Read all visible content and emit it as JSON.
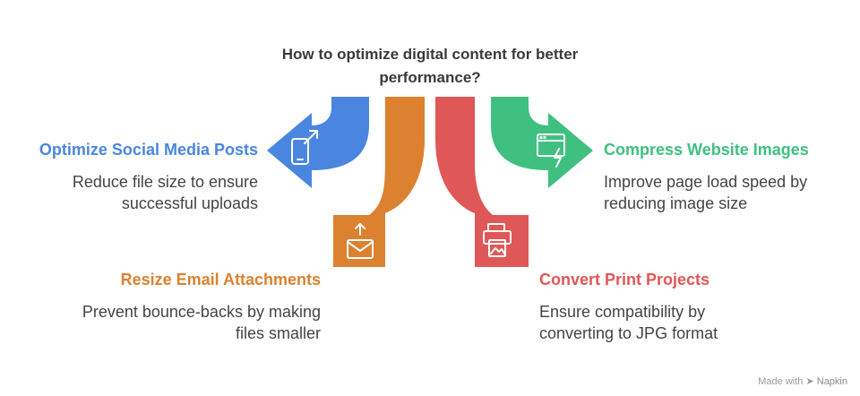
{
  "title": "How to optimize digital content for better performance?",
  "items": [
    {
      "heading": "Optimize Social Media Posts",
      "description": "Reduce file size to ensure successful uploads",
      "color": "#4a86e0",
      "icon": "smartphone-share-icon"
    },
    {
      "heading": "Resize Email Attachments",
      "description": "Prevent bounce-backs by making files smaller",
      "color": "#dc812f",
      "icon": "mail-upload-icon"
    },
    {
      "heading": "Convert Print Projects",
      "description": "Ensure compatibility by converting to JPG format",
      "color": "#e05757",
      "icon": "printer-image-icon"
    },
    {
      "heading": "Compress Website Images",
      "description": "Improve page load speed by reducing image size",
      "color": "#3fc080",
      "icon": "browser-lightning-icon"
    }
  ],
  "footer": {
    "made_with": "Made with",
    "brand": "Napkin"
  }
}
